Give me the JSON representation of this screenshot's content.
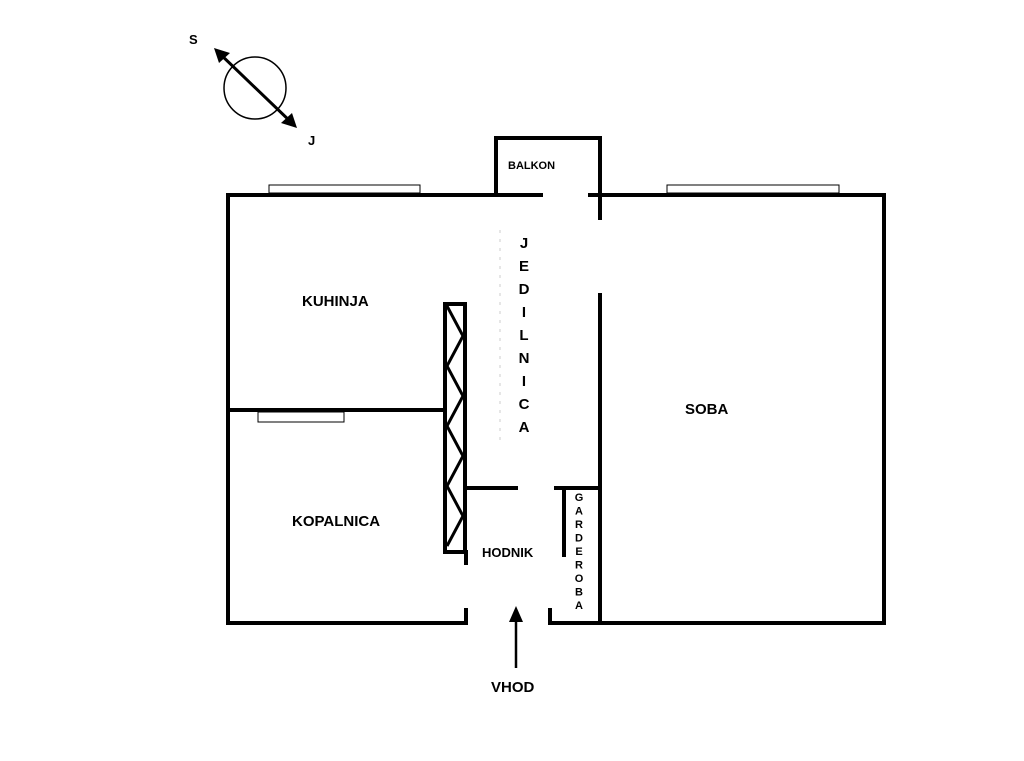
{
  "compass": {
    "north": "S",
    "south": "J"
  },
  "rooms": {
    "balkon": "BALKON",
    "jedilnica": "JEDILNICA",
    "kuhinja": "KUHINJA",
    "soba": "SOBA",
    "kopalnica": "KOPALNICA",
    "hodnik": "HODNIK",
    "garderoba": "GARDEROBA"
  },
  "entrance": {
    "label": "VHOD"
  }
}
